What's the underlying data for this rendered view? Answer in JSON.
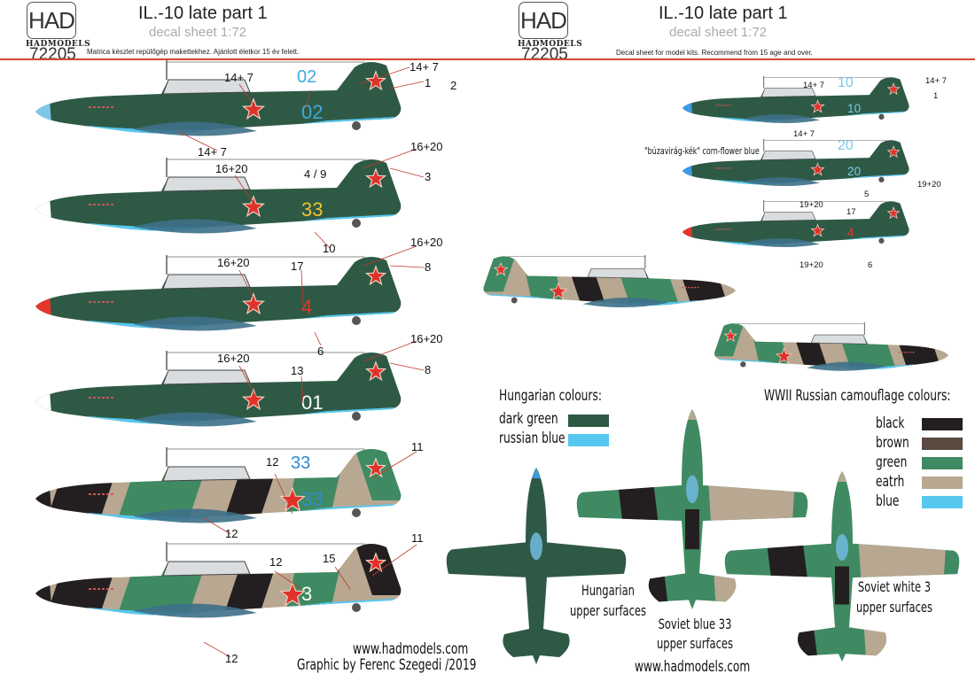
{
  "header_left": {
    "logo": "HAD",
    "brand": "HADMODELS",
    "code": "72205",
    "title": "IL.-10 late part 1",
    "subtitle": "decal sheet 1:72",
    "note": "Matrica készlet repülőgép makettekhez. Ajánlott életkor 15 év felett."
  },
  "header_right": {
    "logo": "HAD",
    "brand": "HADMODELS",
    "code": "72205",
    "title": "IL.-10 late part 1",
    "subtitle": "decal sheet 1:72",
    "note": "Decal sheet for model kits. Recommend from 15 age and over."
  },
  "colors": {
    "accent_line": "#d9432f",
    "hungarian_dark_green": "#2e5a45",
    "russian_blue": "#56c8f0",
    "black": "#231f20",
    "brown": "#5a4a40",
    "green": "#3f8a62",
    "earth": "#b8a791",
    "blue": "#56c8f0",
    "star_red": "#e0322b"
  },
  "profiles_left": [
    {
      "scheme": "hungarian",
      "nose": "#7cc9ea",
      "fuselage_number": "02",
      "number_color": "#3fa9dc",
      "labels": [
        "14+ 7",
        "02",
        "14+ 7",
        "1",
        "2",
        "14+ 7"
      ]
    },
    {
      "scheme": "hungarian",
      "nose": "#ffffff",
      "fuselage_number": "33",
      "number_color": "#f2c230",
      "labels": [
        "16+20",
        "4 / 9",
        "16+20",
        "3",
        "10"
      ]
    },
    {
      "scheme": "hungarian",
      "nose": "#e5352b",
      "fuselage_number": "4",
      "number_color": "#e5352b",
      "labels": [
        "16+20",
        "17",
        "16+20",
        "8",
        "6"
      ]
    },
    {
      "scheme": "hungarian",
      "nose": "#ffffff",
      "fuselage_number": "01",
      "number_color": "#ffffff",
      "labels": [
        "16+20",
        "13",
        "16+20",
        "8"
      ]
    },
    {
      "scheme": "camo",
      "nose": "#231f20",
      "fuselage_number": "33",
      "number_color": "#2f8ad0",
      "labels": [
        "12",
        "33",
        "11",
        "12"
      ]
    },
    {
      "scheme": "camo",
      "nose": "#231f20",
      "fuselage_number": "3",
      "number_color": "#ffffff",
      "labels": [
        "12",
        "15",
        "11",
        "12"
      ]
    }
  ],
  "profiles_right": [
    {
      "scheme": "hungarian",
      "nose": "#3d9be0",
      "fuselage_number": "10",
      "number_color": "#7cc9ea",
      "labels": [
        "14+ 7",
        "10",
        "14+ 7",
        "1",
        "14+ 7"
      ]
    },
    {
      "scheme": "hungarian",
      "nose": "#3d9be0",
      "fuselage_number": "20",
      "number_color": "#7cc9ea",
      "labels": [
        "20",
        "19+20",
        "5",
        "19+20"
      ]
    },
    {
      "scheme": "hungarian",
      "nose": "#e5352b",
      "fuselage_number": "4",
      "number_color": "#e5352b",
      "labels": [
        "17",
        "19+20",
        "6"
      ]
    }
  ],
  "callout_note": "\"búzavirág-kék\" corn-flower blue",
  "legend_hungarian": {
    "title": "Hungarian colours:",
    "items": [
      {
        "label": "dark green",
        "color": "#2e5a45"
      },
      {
        "label": "russian blue",
        "color": "#56c8f0"
      }
    ]
  },
  "legend_russian": {
    "title": "WWII Russian camouflage colours:",
    "items": [
      {
        "label": "black",
        "color": "#231f20"
      },
      {
        "label": "brown",
        "color": "#5a4a40"
      },
      {
        "label": "green",
        "color": "#3f8a62"
      },
      {
        "label": "eatrh",
        "color": "#b8a791"
      },
      {
        "label": "blue",
        "color": "#56c8f0"
      }
    ]
  },
  "top_views": [
    {
      "scheme": "hungarian",
      "caption_1": "Hungarian",
      "caption_2": "upper surfaces"
    },
    {
      "scheme": "camo",
      "caption_1": "Soviet blue 33",
      "caption_2": "upper surfaces"
    },
    {
      "scheme": "camo",
      "caption_1": "Soviet white 3",
      "caption_2": "upper surfaces"
    }
  ],
  "footer_left": {
    "url": "www.hadmodels.com",
    "credit": "Graphic by Ferenc Szegedi /2019"
  },
  "footer_right": {
    "url": "www.hadmodels.com"
  }
}
